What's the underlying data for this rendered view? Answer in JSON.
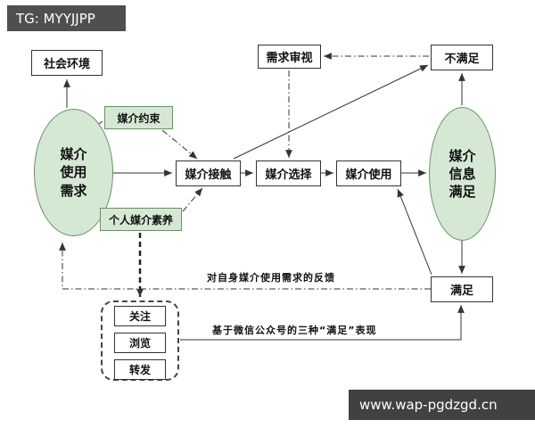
{
  "watermark": {
    "tag": "TG: MYYJJPP",
    "site": "www.wap-pgdzgd.cn"
  },
  "nodes": {
    "social_env": "社会环境",
    "media_use_needs": [
      "媒介",
      "使用",
      "需求"
    ],
    "media_constraint": "媒介约束",
    "personal_media_literacy": "个人媒介素养",
    "media_contact": "媒介接触",
    "media_selection": "媒介选择",
    "media_use": "媒介使用",
    "need_review": "需求审视",
    "not_satisfied": "不满足",
    "media_info_satisfaction": [
      "媒介",
      "信息",
      "满足"
    ],
    "satisfied": "满足",
    "follow": "关注",
    "browse": "浏览",
    "repost": "转发"
  },
  "annotations": {
    "feedback": "对自身媒介使用需求的反馈",
    "wechat": "基于微信公众号的三种“满足”表现"
  },
  "colors": {
    "node_fill": "#d5e8d4",
    "bar_bg": "#4f4f4f"
  }
}
